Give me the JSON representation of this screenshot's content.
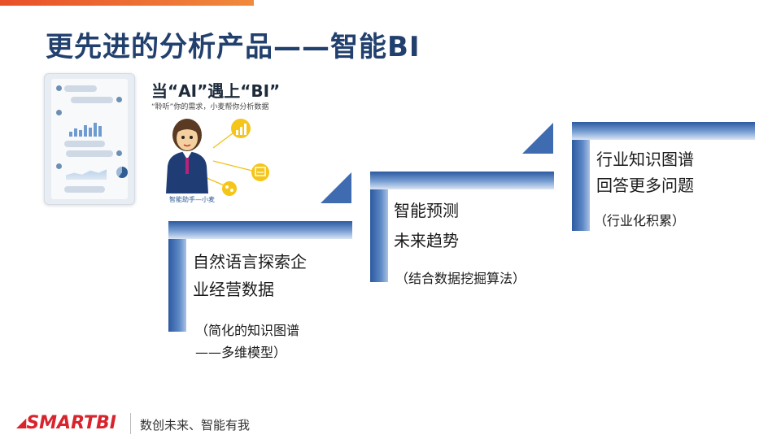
{
  "slide": {
    "title": "更先进的分析产品——智能BI",
    "ai_heading": "当“AI”遇上“BI”",
    "ai_subtitle": "“聆听”你的需求，小麦帮你分析数据",
    "avatar_caption": "智能助手—小麦",
    "steps": [
      {
        "title_line1": "自然语言探索企",
        "title_line2": "业经营数据",
        "note_line1": "（简化的知识图谱",
        "note_line2": "——多维模型）"
      },
      {
        "title_line1": "智能预测",
        "title_line2": "未来趋势",
        "note_line1": "（结合数据挖掘算法）"
      },
      {
        "title_line1": "行业知识图谱",
        "title_line2": "回答更多问题",
        "note_line1": "（行业化积累）"
      }
    ]
  },
  "footer": {
    "logo_text": "SMARTBI",
    "slogan": "数创未来、智能有我"
  },
  "colors": {
    "title": "#22406e",
    "accent_bar": "#e8502a",
    "step_blue": "#2c5aa0",
    "logo_red": "#d8242c"
  }
}
